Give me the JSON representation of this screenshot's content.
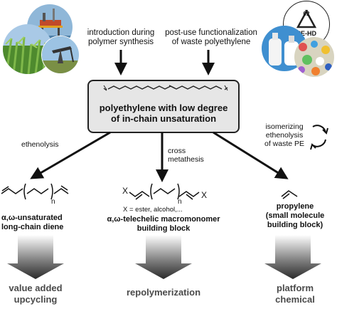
{
  "top_inputs": {
    "left": [
      "introduction during",
      "polymer synthesis"
    ],
    "right": [
      "post-use functionalization",
      "of waste polyethylene"
    ]
  },
  "center_box": {
    "line1": "polyethylene with low degree",
    "line2": "of in-chain unsaturation"
  },
  "recycle_logo": {
    "number": "02",
    "code": "PE-HD"
  },
  "branches": {
    "left": {
      "arrow_label": "ethenolysis",
      "product_line1": "α,ω-unsaturated",
      "product_line2": "long-chain diene",
      "outcome_line1": "value added",
      "outcome_line2": "upcycling",
      "subscript": "n"
    },
    "middle": {
      "arrow_label_line1": "cross",
      "arrow_label_line2": "metathesis",
      "substituent_note": "X = ester, alcohol,...",
      "product_line1": "α,ω-telechelic macromonomer",
      "product_line2": "building block",
      "outcome": "repolymerization",
      "subscript": "n",
      "x_left": "X",
      "x_right": "X"
    },
    "right": {
      "arrow_label_line1": "isomerizing",
      "arrow_label_line2": "ethenolysis",
      "arrow_label_line3": "of  waste PE",
      "product_line1": "propylene",
      "product_line2": "(small molecule",
      "product_line3": "building block)",
      "outcome_line1": "platform",
      "outcome_line2": "chemical"
    }
  },
  "colors": {
    "outcome_text": "#4a4a4a",
    "center_box_fill": "#e6e6e6",
    "arrow": "#111111"
  },
  "icons": [
    "oil-platform-photo",
    "sugarcane-photo",
    "oil-pump-photo",
    "recycling-pe-hd-icon",
    "plastic-bottles-photo",
    "plastic-flakes-photo",
    "cycle-arrows-icon"
  ]
}
